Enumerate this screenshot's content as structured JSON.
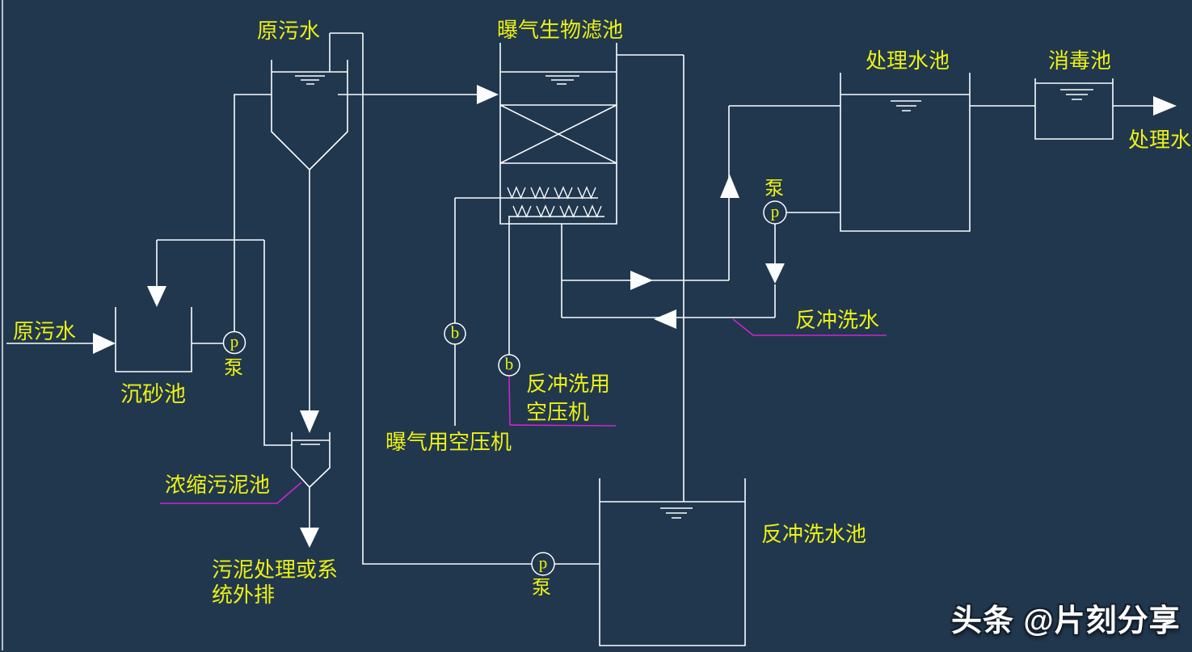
{
  "colors": {
    "background": "#20374e",
    "line": "#fbfdff",
    "label": "#edf013",
    "leader": "#d024d0",
    "watermark": "#ffffff"
  },
  "labels": {
    "raw_water_top": "原污水",
    "raw_water_left": "原污水",
    "grit_chamber": "沉砂池",
    "pump": "泵",
    "biofilter": "曝气生物滤池",
    "aeration_blower": "曝气用空压机",
    "backwash_blower_line1": "反冲洗用",
    "backwash_blower_line2": "空压机",
    "sludge_thickener": "浓缩污泥池",
    "sludge_disposal_line1": "污泥处理或系",
    "sludge_disposal_line2": "统外排",
    "treated_tank": "处理水池",
    "disinfection_tank": "消毒池",
    "treated_water": "处理水",
    "backwash_water": "反冲洗水",
    "backwash_tank": "反冲洗水池"
  },
  "symbols": {
    "pump": "p",
    "blower": "b"
  },
  "watermark": {
    "text": "头条 @片刻分享"
  }
}
